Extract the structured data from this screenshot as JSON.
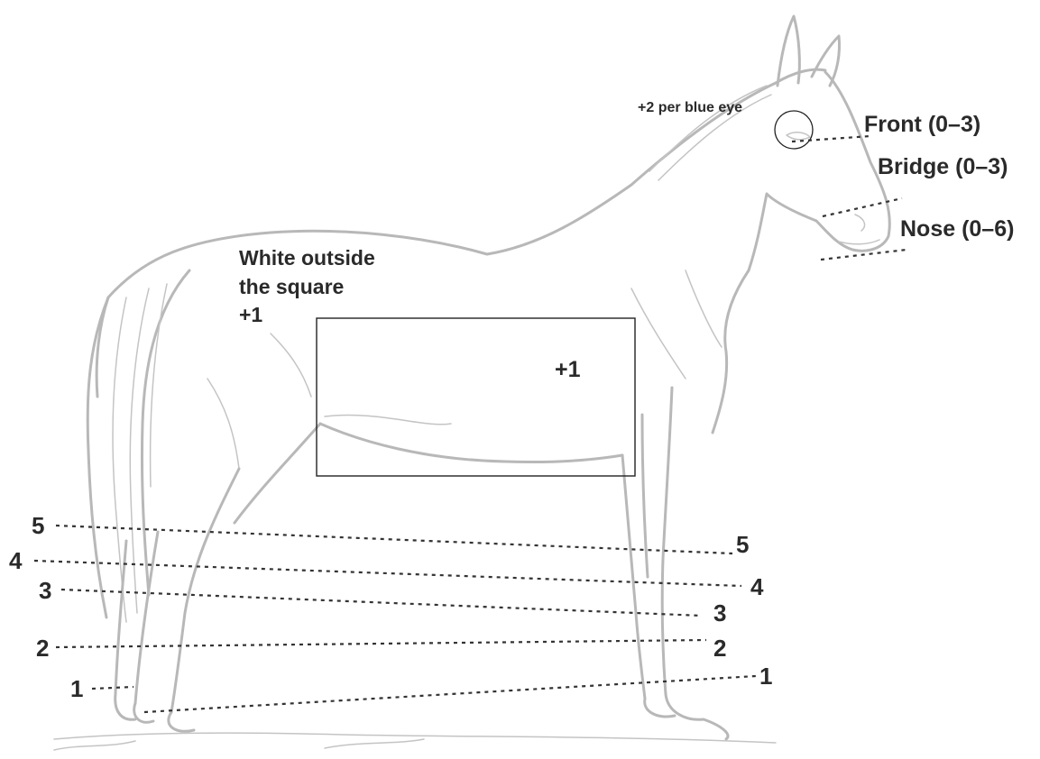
{
  "labels": {
    "blue_eye": "+2 per blue eye",
    "front": "Front (0–3)",
    "bridge": "Bridge (0–3)",
    "nose": "Nose (0–6)",
    "outside_square_line1": "White outside",
    "outside_square_line2": "the square",
    "outside_square_line3": "+1",
    "inside_square": "+1"
  },
  "leg_levels": {
    "left": [
      "5",
      "4",
      "3",
      "2",
      "1"
    ],
    "right": [
      "5",
      "4",
      "3",
      "2",
      "1"
    ]
  },
  "colors": {
    "drawing": "#b8b8b8",
    "text": "#2a2a2a",
    "lines": "#333333"
  }
}
